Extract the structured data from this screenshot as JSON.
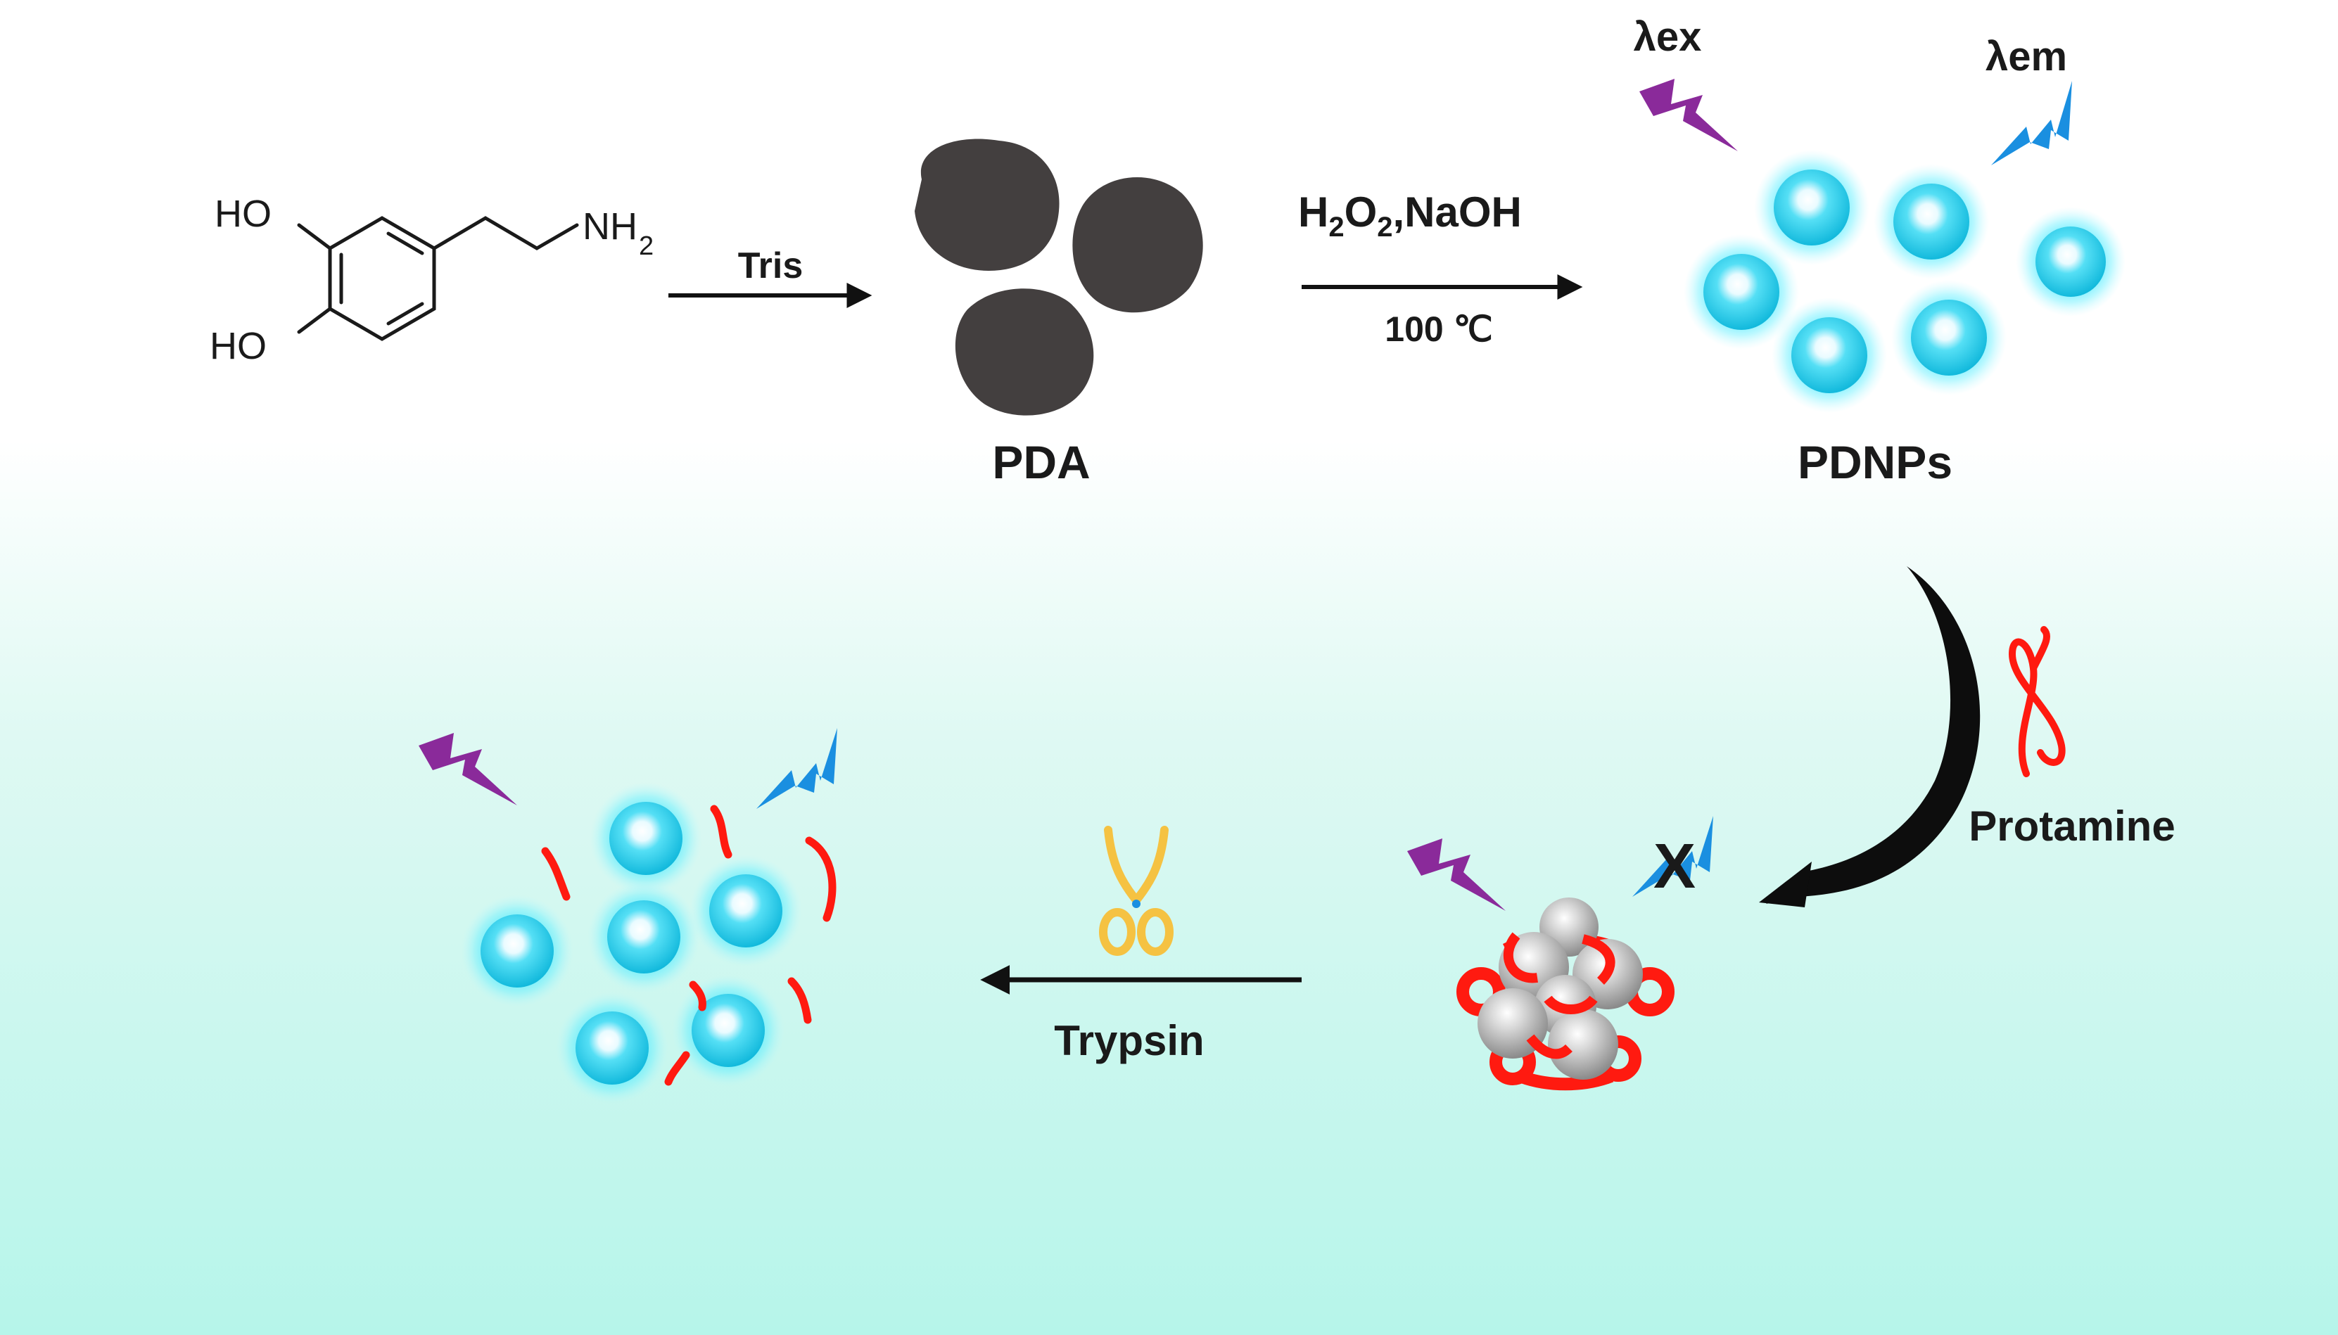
{
  "molecule": {
    "hydroxyl_top": "HO",
    "hydroxyl_bottom": "HO",
    "amine": "NH",
    "amine_subscript": "2"
  },
  "steps": {
    "tris": "Tris",
    "reagent_h": "H",
    "reagent_sub1": "2",
    "reagent_o": "O",
    "reagent_sub2": "2",
    "reagent_rest": ",NaOH",
    "temperature": "100 ℃",
    "protamine": "Protamine",
    "trypsin": "Trypsin"
  },
  "labels": {
    "pda": "PDA",
    "pdnps": "PDNPs",
    "lambda_ex": "λex",
    "lambda_em": "λem",
    "quench_mark": "X"
  },
  "colors": {
    "background_top": "#ffffff",
    "background_bottom": "#b6f5ea",
    "particle_core": "#1fd4ee",
    "particle_glow": "#3ee6ff",
    "pda": "#433f3f",
    "excitation_bolt": "#8a2a9a",
    "emission_bolt": "#1a8fe0",
    "protamine": "#ff1a10",
    "aggregate_sphere": "#a8a8a8",
    "scissors": "#f5c242",
    "arrow": "#111111"
  }
}
